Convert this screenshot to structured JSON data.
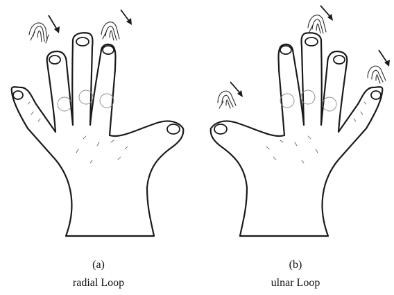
{
  "panels": [
    {
      "id": "(a)",
      "label": "radial Loop"
    },
    {
      "id": "(b)",
      "label": "ulnar Loop"
    }
  ]
}
